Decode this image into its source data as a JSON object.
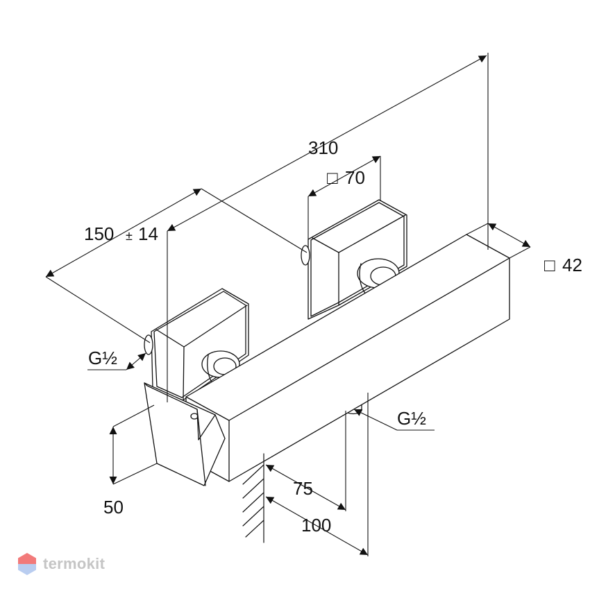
{
  "drawing": {
    "dims": {
      "overall_length": "310",
      "spacing": "150",
      "spacing_tol_sign": "±",
      "spacing_tol": "14",
      "square_sign": "□",
      "escutcheon": "70",
      "body_square": "42",
      "thread_left": "G½",
      "thread_bottom": "G½",
      "projection_short": "75",
      "projection_long": "100",
      "height": "50"
    }
  },
  "watermark": {
    "text": "termokit",
    "colors": {
      "hex_top": "#f27a7a",
      "hex_bottom": "#b9cdf0",
      "text": "#c5c5c5"
    }
  }
}
